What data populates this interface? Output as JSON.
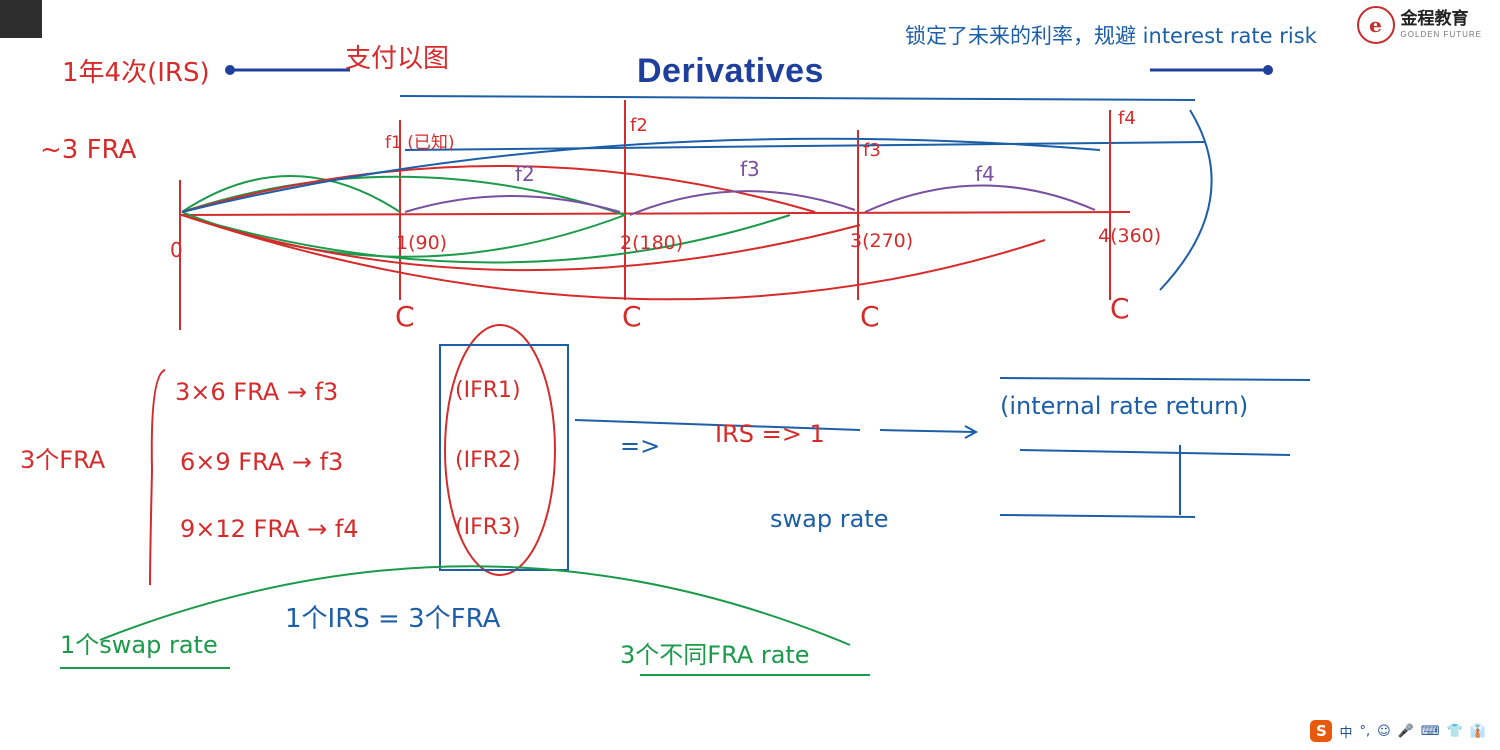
{
  "title": "Derivatives",
  "logo": {
    "cn": "金程教育",
    "en": "GOLDEN FUTURE",
    "mark": "e"
  },
  "notes": {
    "top_left_a": "1年4次(IRS)",
    "top_left_b": "支付以图",
    "top_left_c": "~3 FRA",
    "top_right": "锁定了未来的利率，规避 interest rate risk",
    "f1_label": "f1 (已知)",
    "f1": "f1",
    "f2": "f2",
    "f3": "f3",
    "f4": "f4",
    "f1_top": "f1",
    "f2_top": "f2",
    "f3_top": "f3",
    "f4_top": "f4",
    "t0": "0",
    "t1": "1(90)",
    "t2": "2(180)",
    "t3": "3(270)",
    "t4": "4(360)",
    "c": "C",
    "fra_group": "3个FRA",
    "fra1": "3×6 FRA → f3",
    "fra2": "6×9 FRA → f3",
    "fra3": "9×12 FRA → f4",
    "ifr1": "(IFR1)",
    "ifr2": "(IFR2)",
    "ifr3": "(IFR3)",
    "arrow_eq": "=>",
    "irs_eq": "IRS => 1",
    "swap_rate": "swap rate",
    "interest_rate": "(internal rate return)",
    "bottom_left": "1个swap rate",
    "bottom_eq": "1个IRS = 3个FRA",
    "bottom_right": "3个不同FRA rate"
  },
  "ime": {
    "logo": "S",
    "items": [
      "中",
      "°,",
      "☺",
      "🎤",
      "⌨",
      "👕",
      "👔"
    ]
  },
  "colors": {
    "red": "#d62b2b",
    "blue": "#1c5fa8",
    "green": "#1b9a4a",
    "purple": "#7a4fa0",
    "title": "#1f3f9c"
  }
}
